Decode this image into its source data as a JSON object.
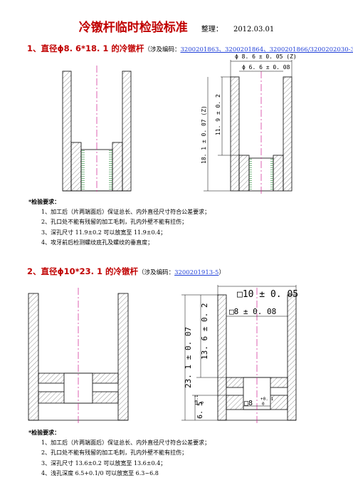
{
  "header": {
    "title": "冷镦杆临时检验标准",
    "prepared_label": "整理：",
    "date": "2012.03.01"
  },
  "section1": {
    "heading": "1、直径ϕ8. 6*18. 1 的冷镦杆",
    "ref_open": "（涉及编码：",
    "codes": "3200201863、3200201864、3200201866/3200202030-3",
    "ref_close": "）",
    "drawing": {
      "dim_outer": "ϕ 8. 6 ± 0. 05 (Z)",
      "dim_inner": "ϕ 6. 6 ± 0. 08",
      "dim_hole_depth": "11. 9 ± 0. 2",
      "dim_length": "18. 1 ± 0. 07 (Z)"
    },
    "requirements_title": "*检验要求：",
    "requirements": [
      "1、加工后（片两端面后）保证总长、内外直径尺寸符合公差要求；",
      "2、孔口处不能有残留的加工毛刺，孔内外壁不能有拉伤；",
      "3、深孔尺寸 11.9±0.2 可以放宽至 11.9±0.4；",
      "4、攻牙前后检测螺纹底孔及螺纹的垂直度；"
    ]
  },
  "section2": {
    "heading": "2、直径ϕ10*23. 1 的冷镦杆",
    "ref_open": "（涉及编码：",
    "codes": "3200201913-5",
    "ref_close": "）",
    "drawing": {
      "dim_outer": "□10 ± 0. 05",
      "dim_inner": "□8 ± 0. 08",
      "dim_hole_depth": "13. 6 ± 0. 2",
      "dim_length": "23. 1 ± 0. 07",
      "dim_step": "6. 5",
      "dim_step_tol_upper": "+0.1",
      "dim_step_tol_lower": "0",
      "dim_bottom_hole": "□8",
      "dim_bottom_tol_upper": "+0. 1",
      "dim_bottom_tol_lower": "0"
    },
    "requirements_title": "*检验要求：",
    "requirements": [
      "1、加工后（片两端面后）保证总长、内外直径尺寸符合公差要求；",
      "2、孔口处不能有残留的加工毛刺，孔内外壁不能有拉伤；",
      "3、深孔尺寸 13.6±0.2 可以放宽至 13.6±0.4；",
      "4、浅孔深度 6.5+0.1/0 可以放宽至 6.3~6.8"
    ]
  }
}
